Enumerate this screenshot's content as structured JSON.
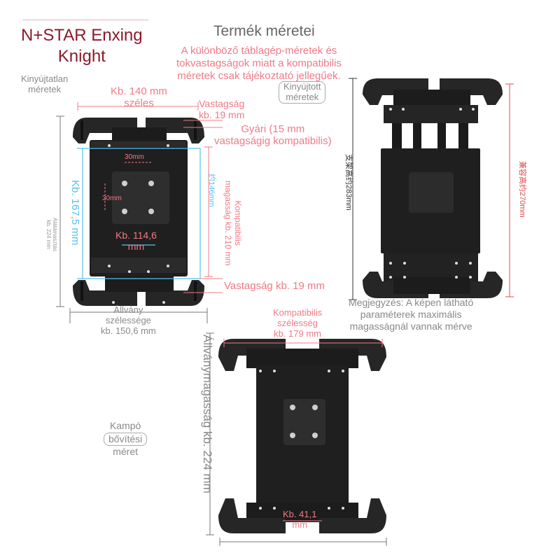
{
  "brand": {
    "line1": "N+STAR Enxing",
    "line2": "Knight"
  },
  "title": "Termék méretei",
  "disclaimer": [
    "A különböző táblagép-méretek és",
    "tokvastagságok miatt a kompatibilis",
    "méretek csak tájékoztató jellegűek."
  ],
  "top_left": {
    "caption": [
      "Kinyújtatlan",
      "méretek"
    ],
    "width_label": [
      "Kb. 140 mm",
      "széles"
    ],
    "thickness_label": [
      "Vastagság",
      "kb. 19 mm"
    ],
    "factory_label": [
      "Gyári (15 mm",
      "vastagságig kompatibilis)"
    ],
    "height_label": "Kb. 167,5 mm",
    "small_vertical_label": [
      "Alátámasztás",
      "kb. 224 mm"
    ],
    "hole_w_label": "30mm",
    "hole_h_label": "30mm",
    "plate_label": [
      "Kb. 114,6",
      "mm"
    ],
    "inner_height_label": "约146mm",
    "compat_height_label": [
      "Kompatibilis",
      "magasság kb. 210 mm"
    ],
    "bottom_thickness_label": "Vastagság kb. 19 mm",
    "stand_width_label": [
      "Állvány",
      "szélessége",
      "kb. 150,6 mm"
    ]
  },
  "top_right": {
    "caption": [
      "Kinyújtott",
      "méretek"
    ],
    "left_label": "支架高约283mm",
    "right_label": "兼容高约270mm"
  },
  "note_right": [
    "Megjegyzés: A képen látható",
    "paraméterek maximális",
    "magasságnál vannak mérve"
  ],
  "bottom": {
    "compat_width_label": [
      "Kompatibilis",
      "szélesség",
      "kb. 179 mm"
    ],
    "hook_label": [
      "Kampó",
      "bővítési",
      "méret"
    ],
    "stand_height_label": "Állványmagasság kb. 224 mm",
    "bottom_label": [
      "Kb. 41,1",
      "mm"
    ]
  },
  "colors": {
    "brand": "#8b1a2b",
    "red": "#f07a86",
    "blue": "#56c1ee",
    "device": "#1f1f1f"
  }
}
